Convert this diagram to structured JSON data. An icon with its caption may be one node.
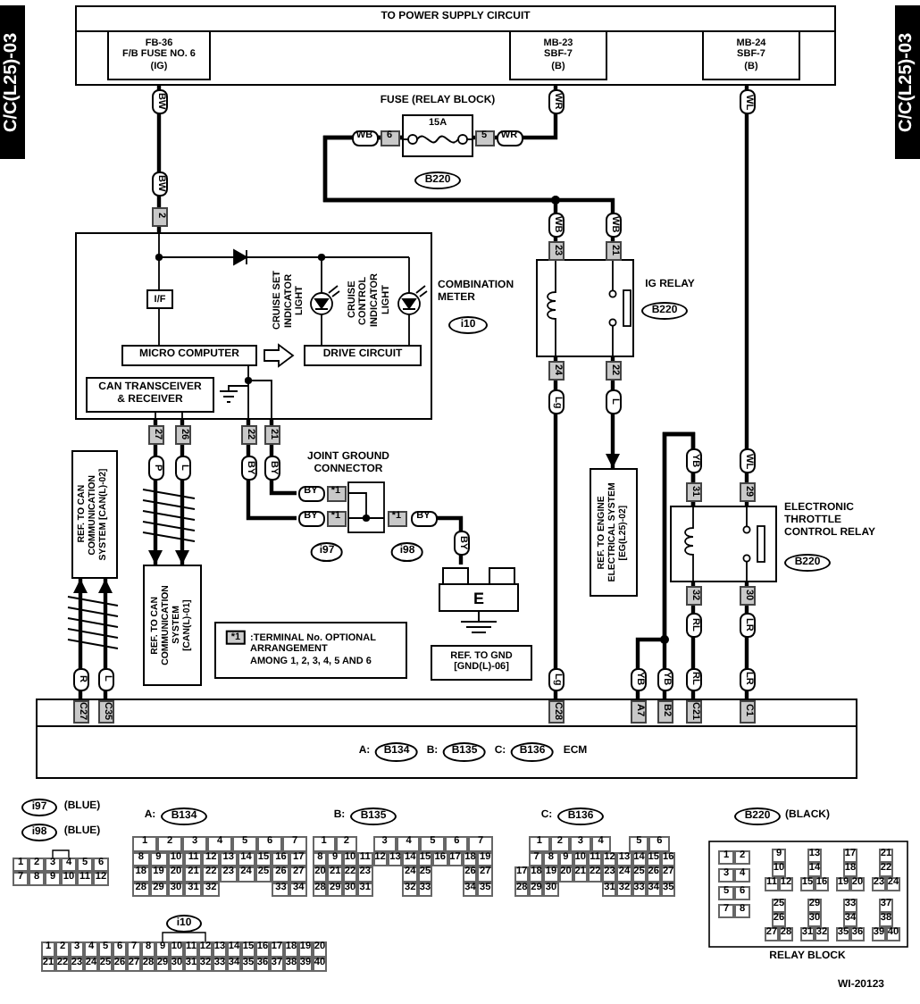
{
  "diagram": {
    "nodes": [
      {
        "text": [
          "TO POWER SUPPLY CIRCUIT"
        ]
      },
      {
        "text": [
          "FB-36 F/B FUSE NO. 6 (IG)"
        ],
        "in": 0
      },
      {
        "text": [
          "MB-23 SBF-7 (B)"
        ],
        "in": 0
      },
      {
        "text": [
          "MB-24 SBF-7 (B)"
        ],
        "in": 0
      },
      {
        "text": [
          "FUSE (RELAY BLOCK)",
          "15A"
        ],
        "beside": [
          "B220"
        ]
      },
      {
        "text": [
          "COMBINATION METER"
        ],
        "beside": [
          "i10"
        ]
      },
      {
        "text": [
          "I/F"
        ],
        "in": 5
      },
      {
        "text": [
          "MICRO COMPUTER"
        ],
        "in": 5
      },
      {
        "text": [
          "DRIVE CIRCUIT"
        ],
        "in": 5
      },
      {
        "text": [
          "CAN TRANSCEIVER & RECEIVER"
        ],
        "in": 5
      },
      {
        "text": [
          "CRUISE SET INDICATOR LIGHT"
        ],
        "in": 5
      },
      {
        "text": [
          "CRUISE CONTROL INDICATOR LIGHT"
        ],
        "in": 5
      },
      {
        "text": [
          "IG RELAY"
        ],
        "beside": [
          "B220"
        ]
      },
      {
        "text": [
          "JOINT GROUND CONNECTOR",
          "i97",
          "i98"
        ]
      },
      {
        "text": [
          "E"
        ]
      },
      {
        "text": [
          "REF. TO GND [GND(L)-06]"
        ]
      },
      {
        "text": [
          "REF. TO ENGINE ELECTRICAL SYSTEM [EG(L25)-02]"
        ]
      },
      {
        "text": [
          "REF. TO CAN COMMUNICATION SYSTEM [CAN(L)-01]"
        ]
      },
      {
        "text": [
          "REF. TO CAN COMMUNICATION SYSTEM [CAN(L)-02]"
        ]
      },
      {
        "text": [
          "ELECTRONIC THROTTLE CONTROL RELAY"
        ],
        "beside": [
          "B220"
        ]
      },
      {
        "text": [
          "A:",
          "B134",
          "B:",
          "B135",
          "C:",
          "B136",
          "ECM"
        ]
      },
      {
        "text": [
          "*1",
          ":TERMINAL No. OPTIONAL ARRANGEMENT AMONG 1, 2, 3, 4, 5 AND 6"
        ]
      }
    ],
    "edges": [
      {
        "from": 1,
        "to": 5,
        "arrow": "none"
      },
      {
        "from": 2,
        "to": 4,
        "arrow": "none"
      },
      {
        "from": 4,
        "to": 12,
        "arrow": "none"
      },
      {
        "from": 4,
        "to": 12,
        "arrow": "none"
      },
      {
        "from": 12,
        "to": 20,
        "arrow": "none"
      },
      {
        "from": 12,
        "to": 16,
        "arrow": "to"
      },
      {
        "from": 3,
        "to": 19,
        "arrow": "none"
      },
      {
        "from": 19,
        "to": 20,
        "arrow": "none"
      },
      {
        "from": 19,
        "to": 20,
        "arrow": "none"
      },
      {
        "from": 20,
        "to": 19,
        "arrow": "none"
      },
      {
        "from": 20,
        "to": 19,
        "arrow": "none"
      },
      {
        "from": 5,
        "to": 13,
        "arrow": "none"
      },
      {
        "from": 5,
        "to": 13,
        "arrow": "none"
      },
      {
        "from": 13,
        "to": 14,
        "arrow": "none"
      },
      {
        "from": 5,
        "to": 17,
        "arrow": "to"
      },
      {
        "from": 5,
        "to": 17,
        "arrow": "to"
      },
      {
        "from": 20,
        "to": 18,
        "arrow": "to"
      },
      {
        "from": 20,
        "to": 18,
        "arrow": "to"
      }
    ],
    "labels": [
      "C/C(L25)-03",
      "C/C(L25)-03",
      "BW",
      "WR",
      "WL",
      "WB",
      "6",
      "5",
      "WR",
      "BW",
      "2",
      "WB",
      "WB",
      "23",
      "21",
      "24",
      "22",
      "Lg",
      "L",
      "27",
      "26",
      "22",
      "21",
      "P",
      "L",
      "BY",
      "BY",
      "YB",
      "WL",
      "31",
      "29",
      "BY",
      "*1",
      "BY",
      "*1",
      "*1",
      "BY",
      "BY",
      "32",
      "30",
      "RL",
      "LR",
      "R",
      "L",
      "Lg",
      "YB",
      "YB",
      "RL",
      "LR",
      "C27",
      "C35",
      "C28",
      "A7",
      "B2",
      "C21",
      "C1",
      "i97",
      "(BLUE)",
      "i98",
      "(BLUE)",
      "A:",
      "B134",
      "B:",
      "B135",
      "C:",
      "B136",
      "B220",
      "(BLACK)",
      "1",
      "2",
      "3",
      "4",
      "5",
      "6",
      "7",
      "8",
      "9",
      "10",
      "11",
      "12",
      "1",
      "2",
      "3",
      "4",
      "5",
      "6",
      "7",
      "8",
      "9",
      "10",
      "11",
      "12",
      "13",
      "14",
      "15",
      "16",
      "17",
      "18",
      "19",
      "20",
      "21",
      "22",
      "23",
      "24",
      "25",
      "26",
      "27",
      "28",
      "29",
      "30",
      "31",
      "32",
      "33",
      "34",
      "1",
      "2",
      "3",
      "4",
      "5",
      "6",
      "7",
      "8",
      "9",
      "10",
      "11",
      "12",
      "13",
      "14",
      "15",
      "16",
      "17",
      "18",
      "19",
      "20",
      "21",
      "22",
      "23",
      "24",
      "25",
      "26",
      "27",
      "28",
      "29",
      "30",
      "31",
      "32",
      "33",
      "34",
      "35",
      "1",
      "2",
      "3",
      "4",
      "5",
      "6",
      "7",
      "8",
      "9",
      "10",
      "11",
      "12",
      "13",
      "14",
      "15",
      "16",
      "17",
      "18",
      "19",
      "20",
      "21",
      "22",
      "23",
      "24",
      "25",
      "26",
      "27",
      "28",
      "29",
      "30",
      "31",
      "32",
      "33",
      "34",
      "35",
      "1",
      "2",
      "3",
      "4",
      "5",
      "6",
      "7",
      "8",
      "9",
      "10",
      "11",
      "12",
      "13",
      "14",
      "15",
      "16",
      "17",
      "18",
      "19",
      "20",
      "21",
      "22",
      "23",
      "24",
      "25",
      "26",
      "27",
      "28",
      "29",
      "30",
      "31",
      "32",
      "33",
      "34",
      "35",
      "36",
      "37",
      "38",
      "39",
      "40",
      "i10",
      "1",
      "2",
      "3",
      "4",
      "5",
      "6",
      "7",
      "8",
      "9",
      "10",
      "11",
      "12",
      "13",
      "14",
      "15",
      "16",
      "17",
      "18",
      "19",
      "20",
      "21",
      "22",
      "23",
      "24",
      "25",
      "26",
      "27",
      "28",
      "29",
      "30",
      "31",
      "32",
      "33",
      "34",
      "35",
      "36",
      "37",
      "38",
      "39",
      "40",
      "RELAY BLOCK",
      "WI-20123"
    ]
  }
}
